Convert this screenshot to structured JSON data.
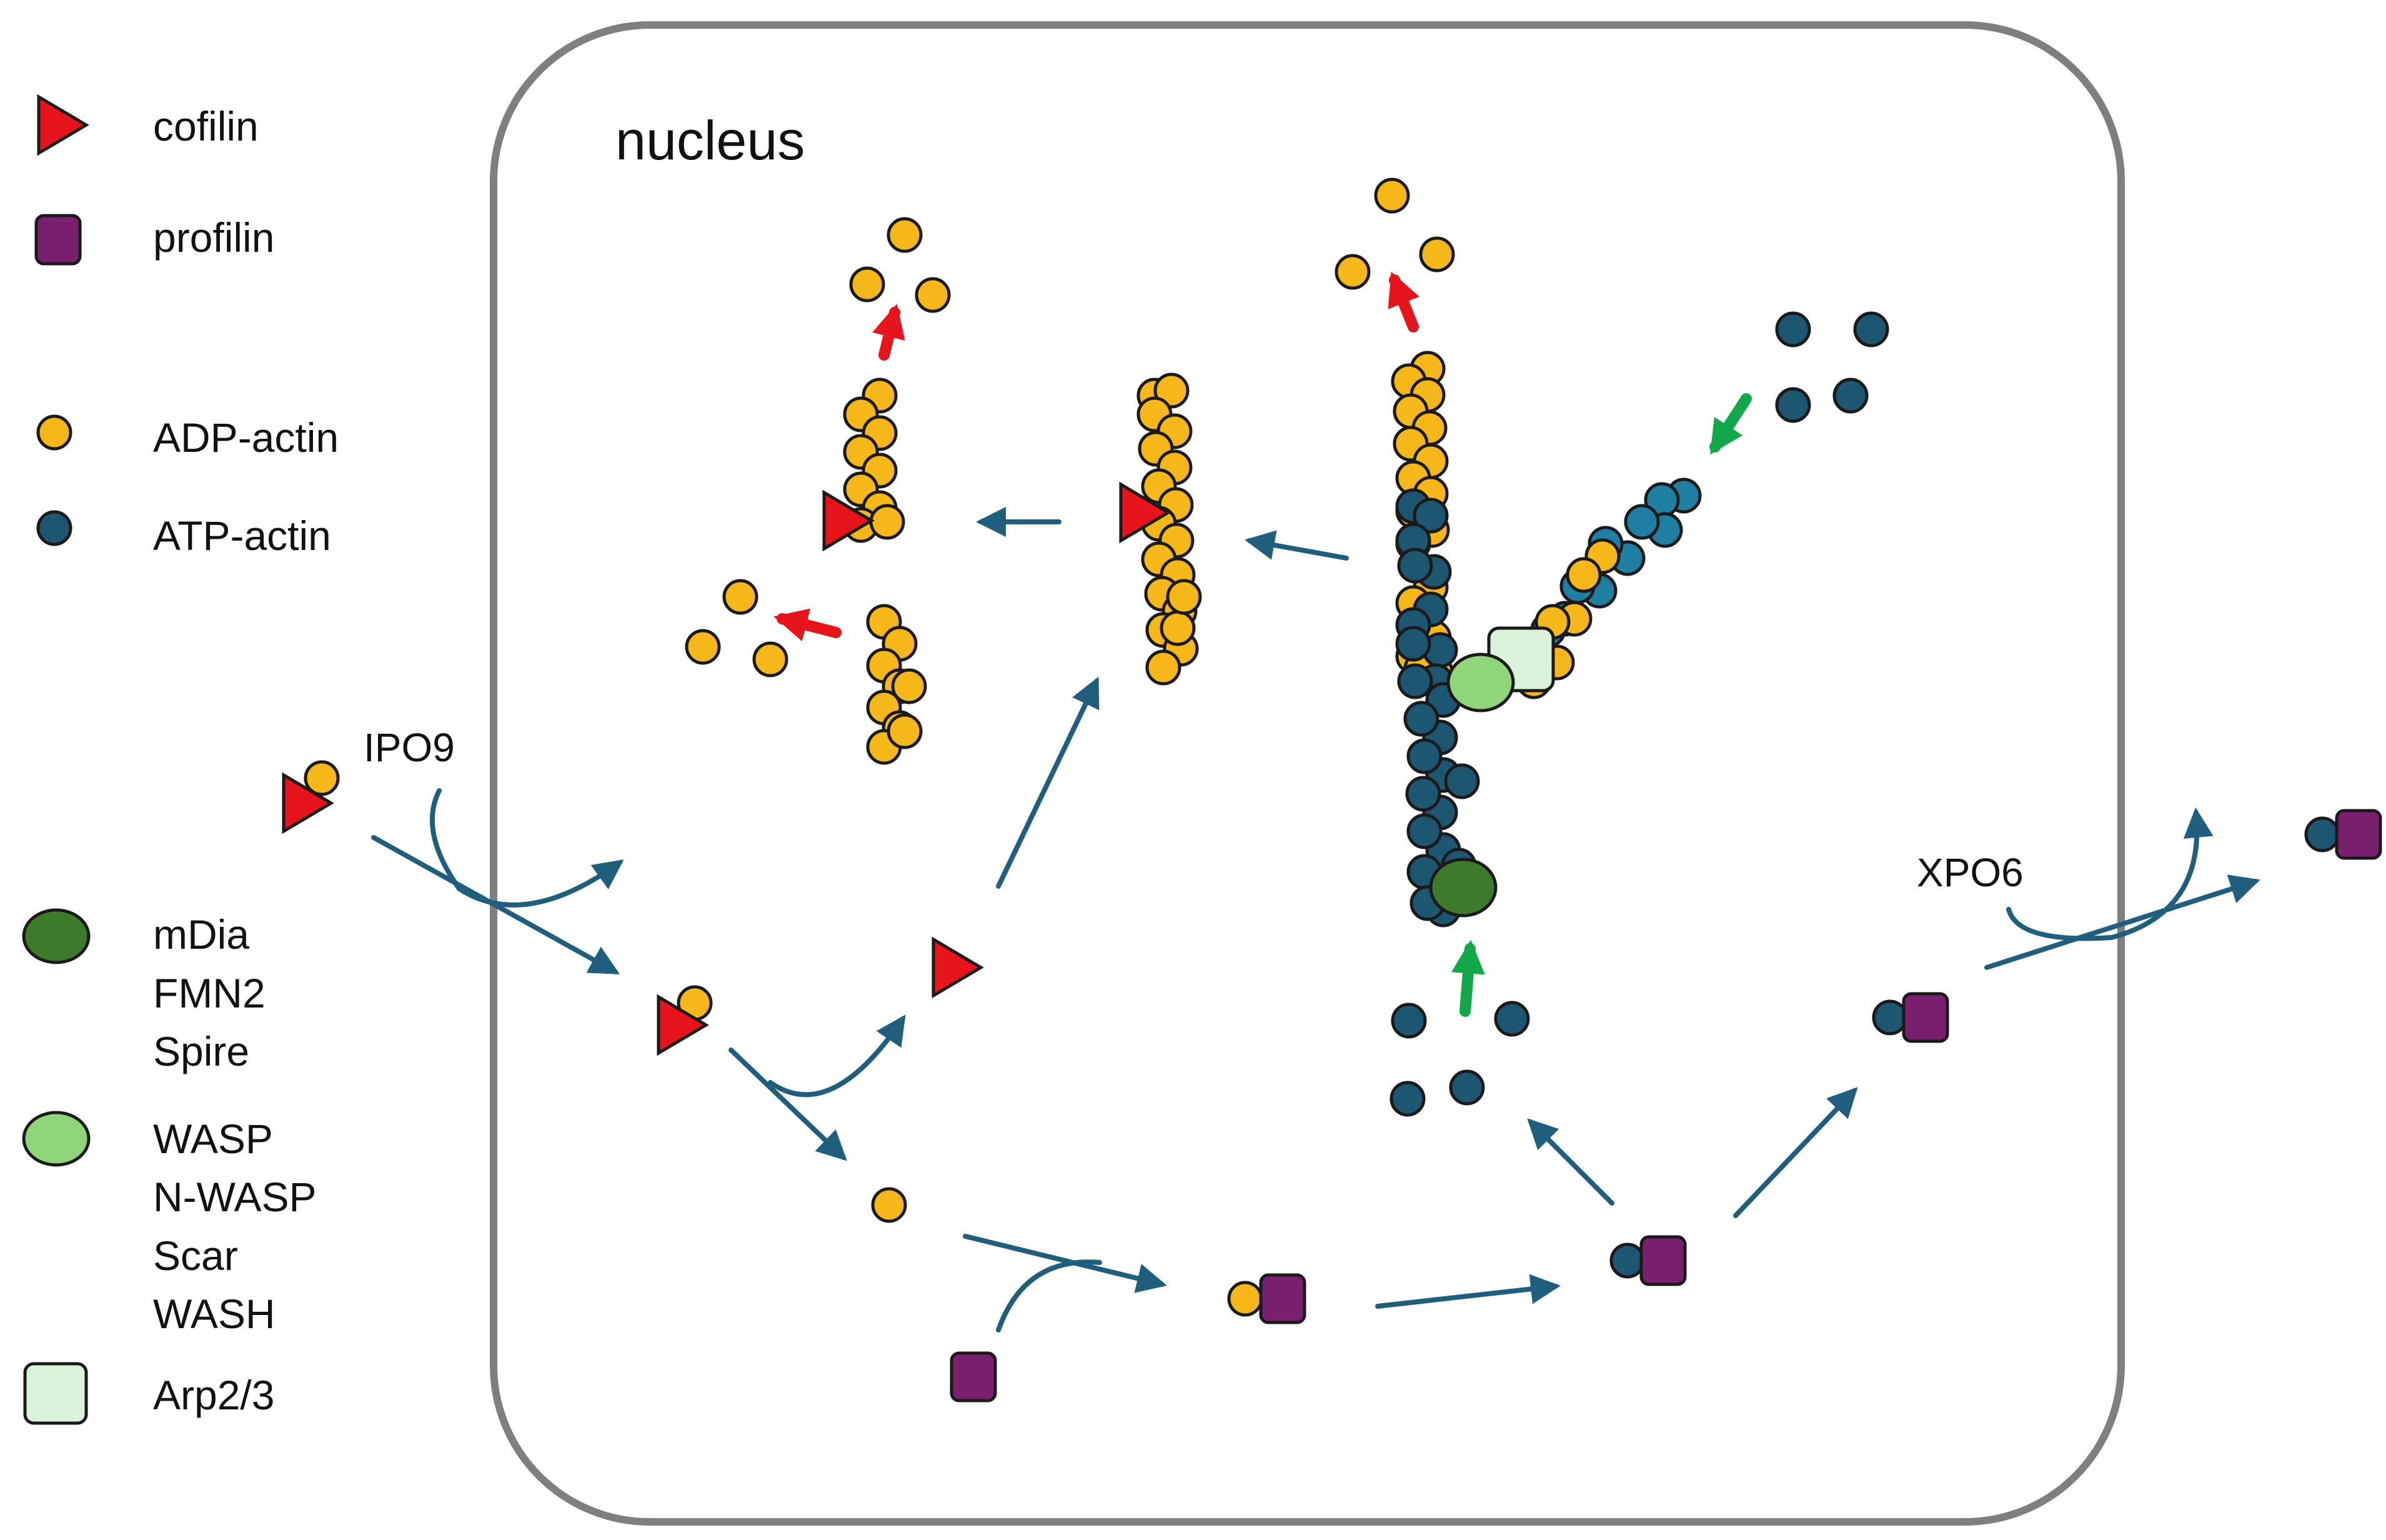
{
  "nucleus_label": "nucleus",
  "legend": {
    "cofilin": "cofilin",
    "profilin": "profilin",
    "adp_actin": "ADP-actin",
    "atp_actin": "ATP-actin",
    "formins": [
      "mDia",
      "FMN2",
      "Spire"
    ],
    "npfs": [
      "WASP",
      "N-WASP",
      "Scar",
      "WASH"
    ],
    "arp23": "Arp2/3"
  },
  "labels": {
    "import_carrier": "IPO9",
    "export_carrier": "XPO6"
  },
  "colors": {
    "cofilin": "#e8141b",
    "profilin": "#7a1f6e",
    "adp_actin": "#f5b818",
    "atp_actin": "#1d5670",
    "atp_actin_branch": "#1f7fa3",
    "formin": "#3d7a2b",
    "npf": "#8fd67a",
    "arp23": "#d9f2d9",
    "pathway_arrow": "#1f5f7d",
    "depolymerization_arrow": "#e8141b",
    "polymerization_arrow": "#12a84a",
    "nucleus_border": "#7f7f7f"
  }
}
